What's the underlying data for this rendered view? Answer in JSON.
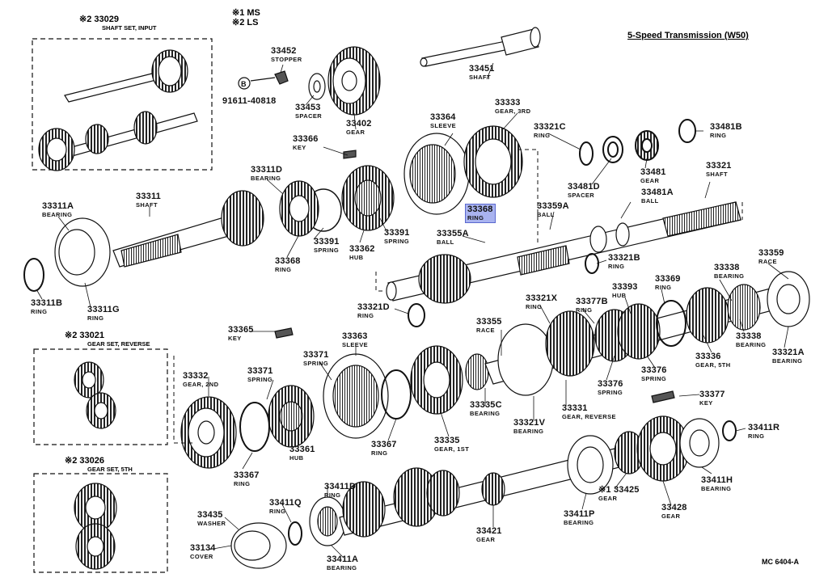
{
  "title": "5-Speed Transmission (W50)",
  "code": "MC 6404-A",
  "legend": [
    "※1 MS",
    "※2 LS"
  ],
  "sets": [
    {
      "id": "set-input",
      "num": "※2  33029",
      "desc": "SHAFT SET, INPUT"
    },
    {
      "id": "set-reverse",
      "num": "※2  33021",
      "desc": "GEAR SET, REVERSE"
    },
    {
      "id": "set-5th",
      "num": "※2  33026",
      "desc": "GEAR SET, 5TH"
    }
  ],
  "parts": [
    {
      "num": "33452",
      "desc": "STOPPER"
    },
    {
      "num": "91611-40818",
      "desc": ""
    },
    {
      "num": "33453",
      "desc": "SPACER"
    },
    {
      "num": "33402",
      "desc": "GEAR"
    },
    {
      "num": "33451",
      "desc": "SHAFT"
    },
    {
      "num": "33364",
      "desc": "SLEEVE"
    },
    {
      "num": "33333",
      "desc": "GEAR, 3RD"
    },
    {
      "num": "33321C",
      "desc": "RING"
    },
    {
      "num": "33481B",
      "desc": "RING"
    },
    {
      "num": "33366",
      "desc": "KEY"
    },
    {
      "num": "33311D",
      "desc": "BEARING"
    },
    {
      "num": "33481",
      "desc": "GEAR"
    },
    {
      "num": "33481D",
      "desc": "SPACER"
    },
    {
      "num": "33321",
      "desc": "SHAFT"
    },
    {
      "num": "33481A",
      "desc": "BALL"
    },
    {
      "num": "33311A",
      "desc": "BEARING"
    },
    {
      "num": "33311",
      "desc": "SHAFT"
    },
    {
      "num": "33368",
      "desc": "RING",
      "highlight": true
    },
    {
      "num": "33359A",
      "desc": "BALL"
    },
    {
      "num": "33355A",
      "desc": "BALL"
    },
    {
      "num": "33391",
      "desc": "SPRING"
    },
    {
      "num": "33391",
      "desc": "SPRING"
    },
    {
      "num": "33368",
      "desc": "RING"
    },
    {
      "num": "33362",
      "desc": "HUB"
    },
    {
      "num": "33321B",
      "desc": "RING"
    },
    {
      "num": "33359",
      "desc": "RACE"
    },
    {
      "num": "33311B",
      "desc": "RING"
    },
    {
      "num": "33311G",
      "desc": "RING"
    },
    {
      "num": "33338",
      "desc": "BEARING"
    },
    {
      "num": "33393",
      "desc": "HUB"
    },
    {
      "num": "33369",
      "desc": "RING"
    },
    {
      "num": "33321D",
      "desc": "RING"
    },
    {
      "num": "33321X",
      "desc": "RING"
    },
    {
      "num": "33377B",
      "desc": "RING"
    },
    {
      "num": "33365",
      "desc": "KEY"
    },
    {
      "num": "33363",
      "desc": "SLEEVE"
    },
    {
      "num": "33355",
      "desc": "RACE"
    },
    {
      "num": "33338",
      "desc": "BEARING"
    },
    {
      "num": "33336",
      "desc": "GEAR, 5TH"
    },
    {
      "num": "33321A",
      "desc": "BEARING"
    },
    {
      "num": "33371",
      "desc": "SPRING"
    },
    {
      "num": "33332",
      "desc": "GEAR, 2ND"
    },
    {
      "num": "33371",
      "desc": "SPRING"
    },
    {
      "num": "33376",
      "desc": "SPRING"
    },
    {
      "num": "33376",
      "desc": "SPRING"
    },
    {
      "num": "33377",
      "desc": "KEY"
    },
    {
      "num": "33335C",
      "desc": "BEARING"
    },
    {
      "num": "33331",
      "desc": "GEAR, REVERSE"
    },
    {
      "num": "33321V",
      "desc": "BEARING"
    },
    {
      "num": "33367",
      "desc": "RING"
    },
    {
      "num": "33361",
      "desc": "HUB"
    },
    {
      "num": "33367",
      "desc": "RING"
    },
    {
      "num": "33335",
      "desc": "GEAR, 1ST"
    },
    {
      "num": "33411R",
      "desc": "RING"
    },
    {
      "num": "33411H",
      "desc": "BEARING"
    },
    {
      "num": "33411D",
      "desc": "RING"
    },
    {
      "num": "33411Q",
      "desc": "RING"
    },
    {
      "num": "33425",
      "desc": "GEAR",
      "prefix": "※1"
    },
    {
      "num": "33428",
      "desc": "GEAR"
    },
    {
      "num": "33435",
      "desc": "WASHER"
    },
    {
      "num": "33411P",
      "desc": "BEARING"
    },
    {
      "num": "33421",
      "desc": "GEAR"
    },
    {
      "num": "33134",
      "desc": "COVER"
    },
    {
      "num": "33411A",
      "desc": "BEARING"
    }
  ]
}
